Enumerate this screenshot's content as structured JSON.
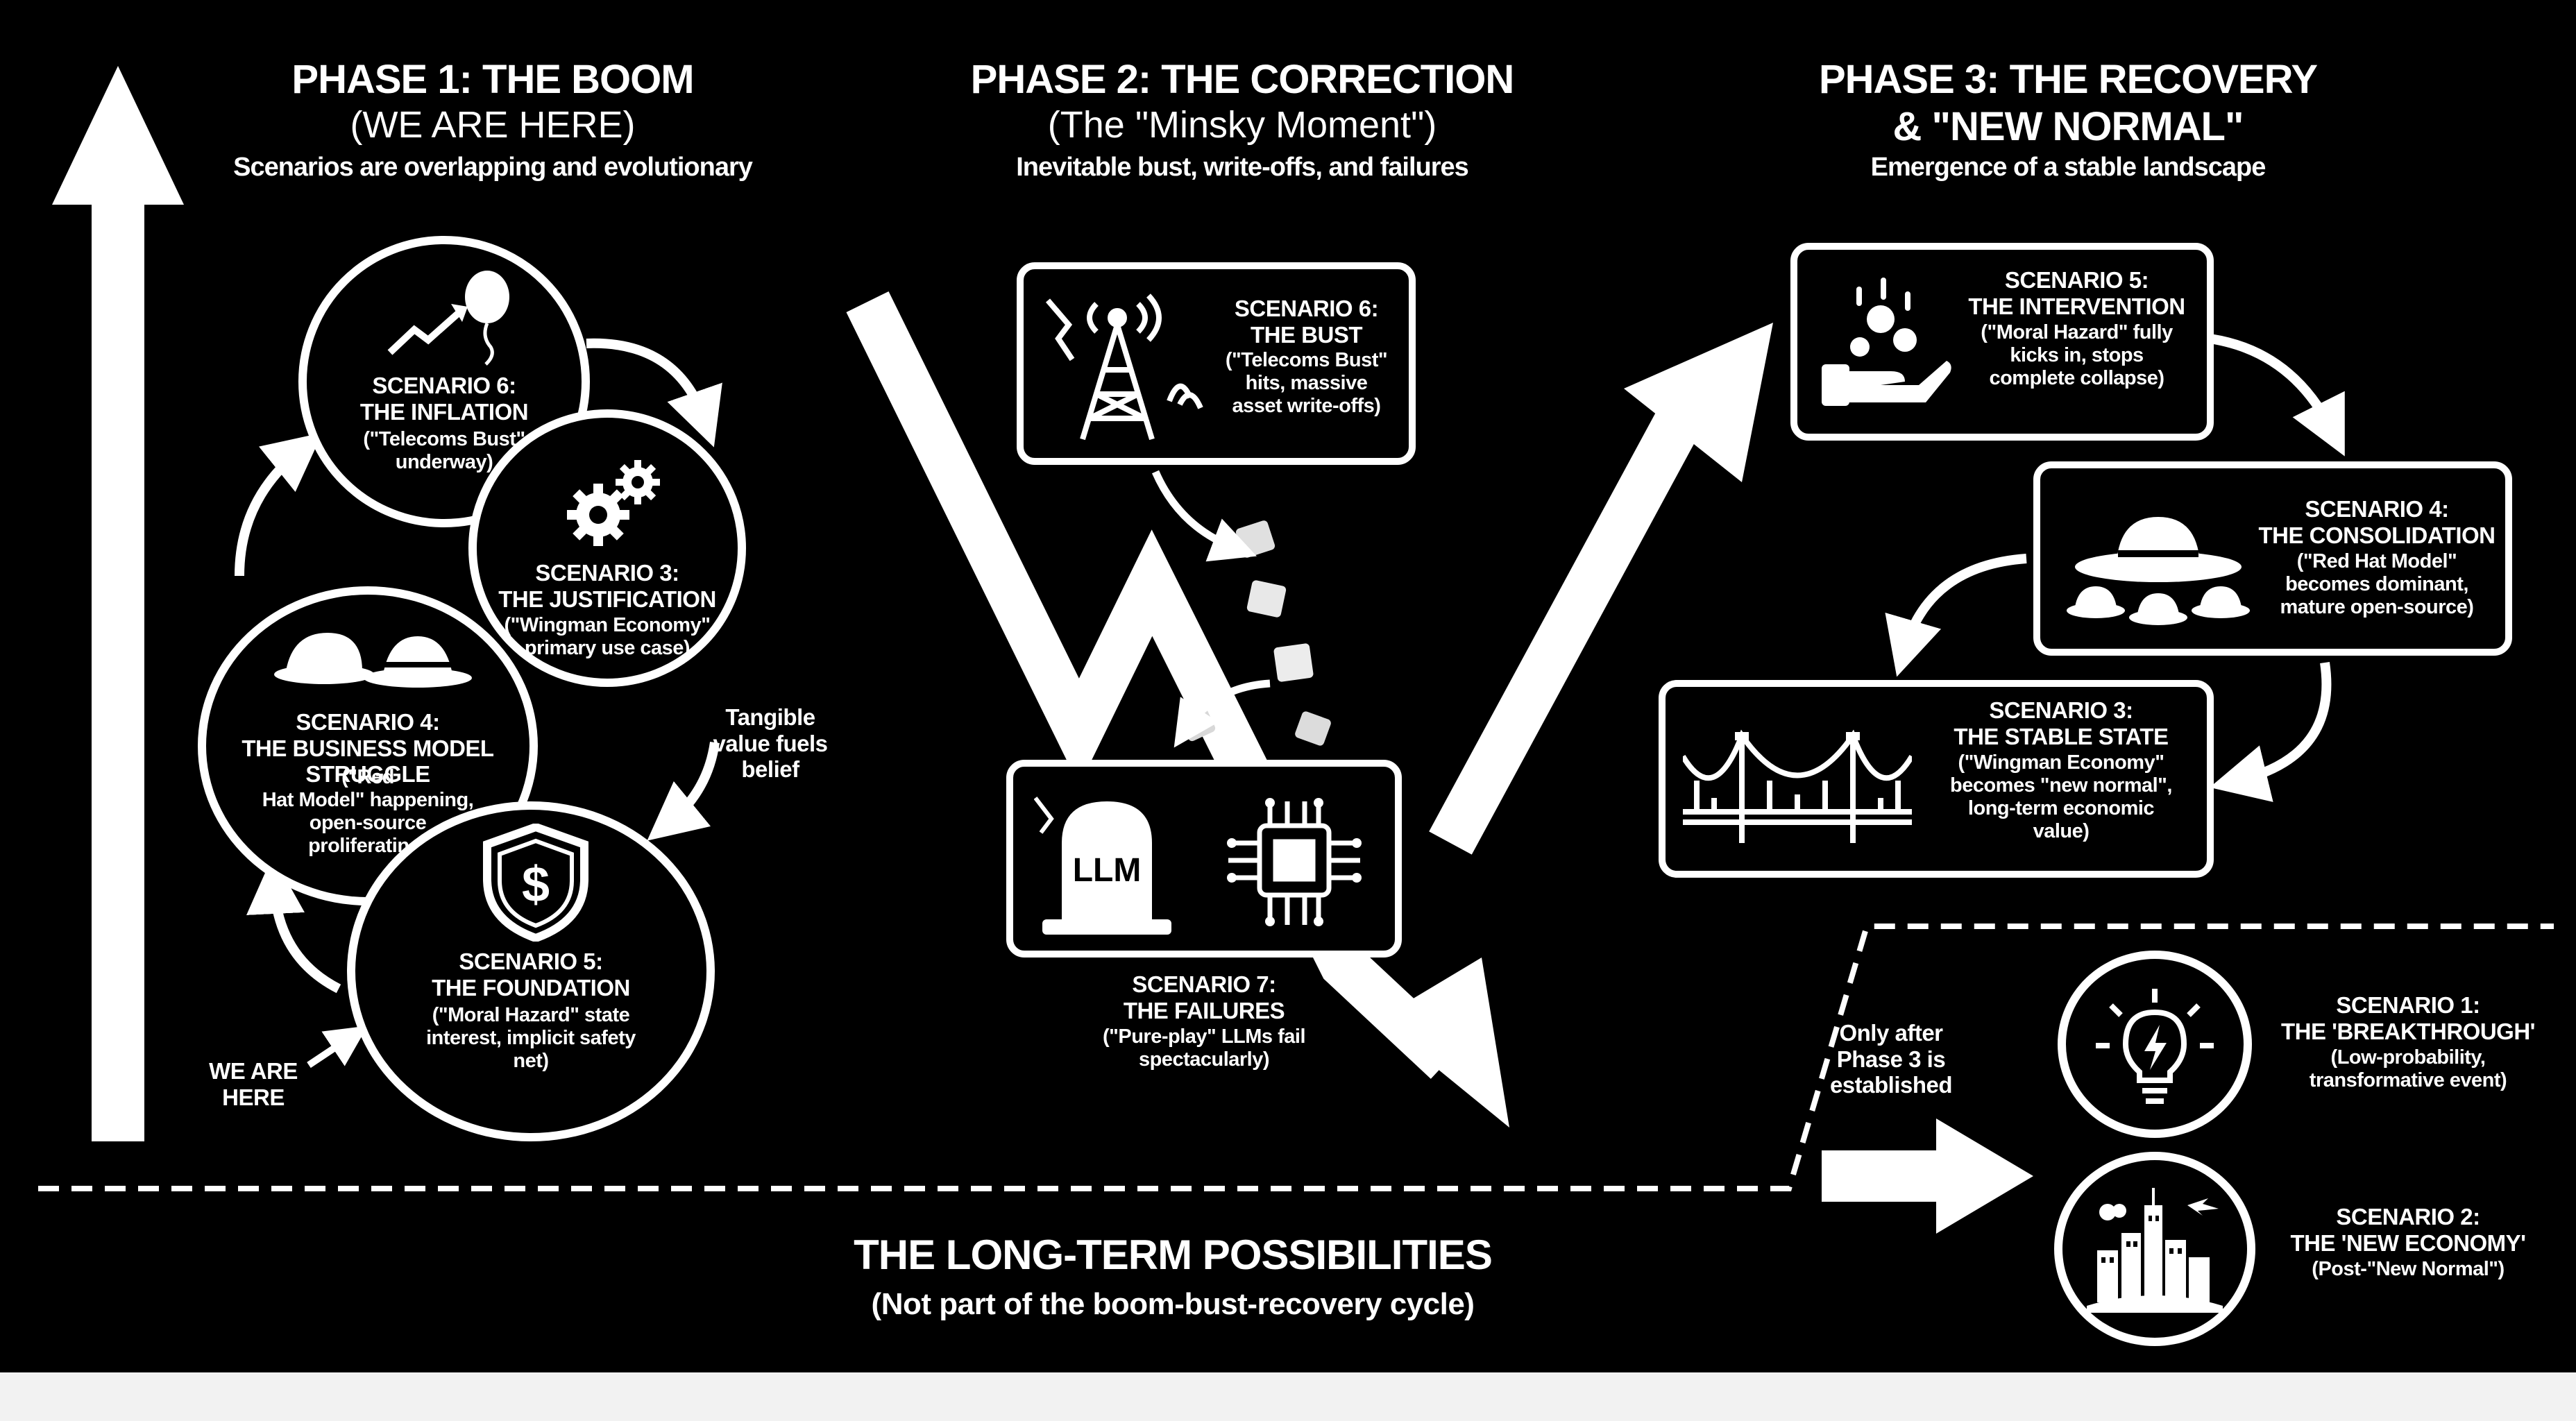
{
  "phase1": {
    "title": "PHASE 1: THE BOOM",
    "subtitle": "(WE ARE HERE)",
    "desc": "Scenarios are overlapping and evolutionary"
  },
  "phase2": {
    "title": "PHASE 2: THE CORRECTION",
    "subtitle": "(The \"Minsky Moment\")",
    "desc": "Inevitable bust, write-offs, and failures"
  },
  "phase3": {
    "title_line1": "PHASE 3: THE RECOVERY",
    "title_line2": "& \"NEW NORMAL\"",
    "desc": "Emergence of a stable landscape"
  },
  "p1": {
    "s6": {
      "title": "SCENARIO 6:\nTHE INFLATION",
      "desc": "(\"Telecoms Bust\"\nunderway)"
    },
    "s3": {
      "title": "SCENARIO 3:\nTHE JUSTIFICATION",
      "desc": "(\"Wingman Economy\"\nprimary use case)"
    },
    "s4": {
      "title": "SCENARIO 4:\nTHE BUSINESS MODEL\nSTRUGGLE",
      "desc": "(\"Red\nHat Model\" happening,\nopen-source\nproliferating)"
    },
    "s5": {
      "title": "SCENARIO 5:\nTHE FOUNDATION",
      "desc": "(\"Moral Hazard\" state\ninterest, implicit safety\nnet)"
    },
    "tangible": "Tangible\nvalue fuels\nbelief",
    "we_are_here": "WE ARE\nHERE"
  },
  "p2": {
    "s6": {
      "title": "SCENARIO 6:\nTHE BUST",
      "desc": "(\"Telecoms Bust\"\nhits, massive\nasset write-offs)"
    },
    "s7": {
      "title": "SCENARIO 7:\nTHE FAILURES",
      "desc": "(\"Pure-play\" LLMs fail\nspectacularly)"
    },
    "tombstone_label": "LLM"
  },
  "p3": {
    "s5": {
      "title": "SCENARIO 5:\nTHE INTERVENTION",
      "desc": "(\"Moral Hazard\" fully\nkicks in, stops\ncomplete collapse)"
    },
    "s4": {
      "title": "SCENARIO 4:\nTHE CONSOLIDATION",
      "desc": "(\"Red Hat Model\"\nbecomes dominant,\nmature open-source)"
    },
    "s3": {
      "title": "SCENARIO 3:\nTHE STABLE STATE",
      "desc": "(\"Wingman Economy\"\nbecomes \"new normal\",\nlong-term economic\nvalue)"
    }
  },
  "long_term": {
    "title": "THE LONG-TERM POSSIBILITIES",
    "subtitle": "(Not part of the boom-bust-recovery cycle)",
    "only_after": "Only after\nPhase 3 is\nestablished",
    "s1": {
      "title": "SCENARIO 1:\nTHE 'BREAKTHROUGH'",
      "desc": "(Low-probability,\ntransformative event)"
    },
    "s2": {
      "title": "SCENARIO 2:\nTHE 'NEW ECONOMY'",
      "desc": "(Post-\"New Normal\")"
    }
  }
}
